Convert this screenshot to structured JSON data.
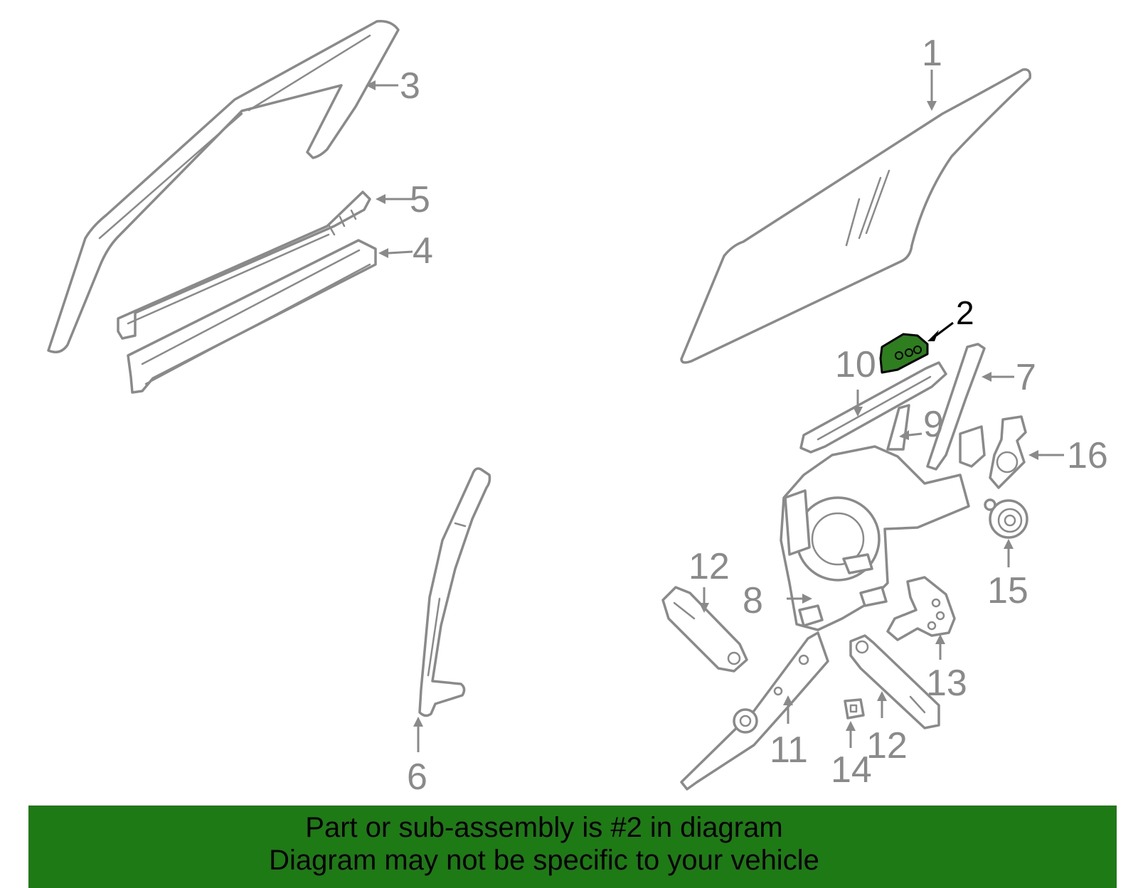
{
  "diagram": {
    "highlighted_part": "2",
    "callouts": [
      "1",
      "2",
      "3",
      "4",
      "5",
      "6",
      "7",
      "8",
      "9",
      "10",
      "11",
      "12",
      "12",
      "13",
      "14",
      "15",
      "16"
    ],
    "colors": {
      "highlight": "#2e7d1e",
      "banner": "#1e7a14",
      "line_art": "#8a8a8a"
    }
  },
  "banner": {
    "line1": "Part or sub-assembly is #2 in diagram",
    "line2": "Diagram may not be specific to your vehicle"
  }
}
